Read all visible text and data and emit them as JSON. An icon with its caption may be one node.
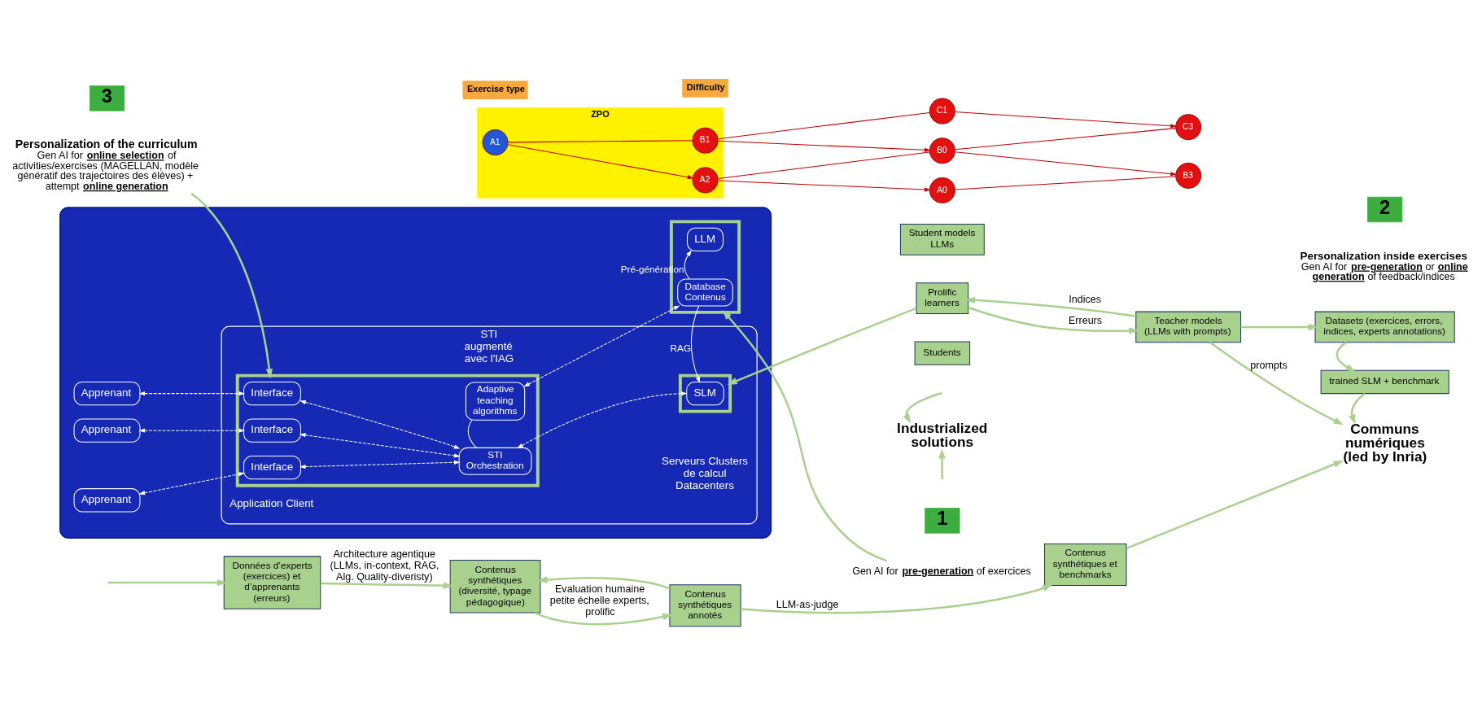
{
  "diagram": {
    "nodes": [
      {
        "text": [
          "3"
        ]
      },
      {
        "text": [
          "Personalization of the curriculum",
          "Gen AI for **online selection** of activities/exercises (MAGELLAN, modèle génératif des trajectoires des élèves) + attempt **online generation**"
        ]
      },
      {
        "text": [
          "ZPO"
        ]
      },
      {
        "text": [
          "A1"
        ],
        "in": 2
      },
      {
        "text": [
          "B1"
        ],
        "in": 2
      },
      {
        "text": [
          "A2"
        ],
        "in": 2
      },
      {
        "text": [
          "C1"
        ]
      },
      {
        "text": [
          "B0"
        ]
      },
      {
        "text": [
          "A0"
        ]
      },
      {
        "text": [
          "C3"
        ]
      },
      {
        "text": [
          "B3"
        ]
      },
      {
        "text": [
          "2"
        ],
        "beside": [
          "Personalization inside exercises",
          "Gen AI for **pre-generation** or **online generation** of feedback/indices"
        ]
      },
      {
        "text": [],
        "shape": "box"
      },
      {
        "text": [
          "Apprenant"
        ],
        "in": 12
      },
      {
        "text": [
          "Apprenant"
        ],
        "in": 12
      },
      {
        "text": [
          "Apprenant"
        ],
        "in": 12
      },
      {
        "text": [
          "STI augmenté avec l'IAG"
        ],
        "in": 12
      },
      {
        "text": [],
        "shape": "box",
        "in": 16
      },
      {
        "text": [
          "Interface"
        ],
        "in": 17
      },
      {
        "text": [
          "Interface"
        ],
        "in": 17
      },
      {
        "text": [
          "Interface"
        ],
        "in": 17
      },
      {
        "text": [
          "STI Orchestration"
        ],
        "in": 17
      },
      {
        "text": [
          "Adaptive teaching algorithms"
        ],
        "in": 17
      },
      {
        "text": [],
        "shape": "box",
        "in": 16
      },
      {
        "text": [
          "SLM"
        ],
        "in": 23
      },
      {
        "text": [],
        "shape": "box",
        "in": 12
      },
      {
        "text": [
          "Database Contenus"
        ],
        "in": 25
      },
      {
        "text": [
          "LLM"
        ],
        "in": 25
      },
      {
        "text": [
          "Student models LLMs"
        ]
      },
      {
        "text": [
          "Prolific learners"
        ]
      },
      {
        "text": [
          "Students"
        ]
      },
      {
        "text": [
          "Teacher models (LLMs with prompts)"
        ]
      },
      {
        "text": [
          "Datasets (exercices, errors, indices, experts annotations)"
        ]
      },
      {
        "text": [
          "trained SLM + benchmark"
        ]
      },
      {
        "text": [
          "Industrialized solutions"
        ]
      },
      {
        "text": [
          "Communs numériques (led by Inria)"
        ]
      },
      {
        "text": [
          "1"
        ]
      },
      {
        "text": [
          "Gen AI for **pre-generation** of exercices"
        ]
      },
      {
        "text": [
          "Données d’experts (exercices) et d’apprenants (erreurs)"
        ]
      },
      {
        "text": [
          "Contenus synthétiques (diversité, typage pédagogique)"
        ]
      },
      {
        "text": [
          "Contenus synthétiques annotés"
        ]
      },
      {
        "text": [
          "Contenus synthétiques et benchmarks"
        ]
      }
    ],
    "edges": [
      {
        "from": 3,
        "to": 5,
        "arrow": "to",
        "color": "#c00000"
      },
      {
        "from": 3,
        "to": 4,
        "arrow": "none",
        "color": "#c00000"
      },
      {
        "from": 5,
        "to": 8,
        "arrow": "to",
        "color": "#c00000"
      },
      {
        "from": 5,
        "to": 7,
        "arrow": "none",
        "color": "#c00000"
      },
      {
        "from": 4,
        "to": 7,
        "arrow": "to",
        "color": "#c00000"
      },
      {
        "from": 4,
        "to": 6,
        "arrow": "none",
        "color": "#c00000"
      },
      {
        "from": 6,
        "to": 9,
        "arrow": "to",
        "color": "#c00000"
      },
      {
        "from": 7,
        "to": 10,
        "arrow": "to",
        "color": "#c00000"
      },
      {
        "from": 8,
        "to": 10,
        "arrow": "none",
        "color": "#c00000"
      },
      {
        "from": 7,
        "to": 9,
        "arrow": "none",
        "color": "#c00000"
      },
      {
        "from": 13,
        "to": 18,
        "arrow": "both",
        "style": "dashed",
        "color": "#ffffff"
      },
      {
        "from": 14,
        "to": 19,
        "arrow": "both",
        "style": "dashed",
        "color": "#ffffff"
      },
      {
        "from": 15,
        "to": 20,
        "arrow": "both",
        "style": "dashed",
        "color": "#ffffff"
      },
      {
        "from": 18,
        "to": 21,
        "arrow": "both",
        "style": "dashed",
        "color": "#ffffff"
      },
      {
        "from": 19,
        "to": 21,
        "arrow": "both",
        "style": "dashed",
        "color": "#ffffff"
      },
      {
        "from": 20,
        "to": 21,
        "arrow": "both",
        "style": "dashed",
        "color": "#ffffff"
      },
      {
        "from": 21,
        "to": 22,
        "arrow": "none",
        "color": "#ffffff"
      },
      {
        "from": 21,
        "to": 24,
        "arrow": "both",
        "style": "dashed",
        "color": "#ffffff"
      },
      {
        "from": 22,
        "to": 26,
        "arrow": "both",
        "style": "dashed",
        "color": "#ffffff"
      },
      {
        "from": 26,
        "to": 24,
        "arrow": "to",
        "label": "RAG",
        "color": "#ffffff"
      },
      {
        "from": 26,
        "to": 27,
        "arrow": "to",
        "label": "Pré-génération",
        "color": "#ffffff"
      },
      {
        "from": 1,
        "to": 17,
        "arrow": "to"
      },
      {
        "from": 29,
        "to": 23,
        "arrow": "to"
      },
      {
        "from": 37,
        "to": 25,
        "arrow": "to"
      },
      {
        "from": 29,
        "to": 31,
        "arrow": "to",
        "label": "Erreurs"
      },
      {
        "from": 31,
        "to": 29,
        "arrow": "to",
        "label": "Indices"
      },
      {
        "from": 31,
        "to": 32,
        "arrow": "to"
      },
      {
        "from": 32,
        "to": 33,
        "arrow": "to"
      },
      {
        "from": 33,
        "to": 35,
        "arrow": "to"
      },
      {
        "from": 31,
        "to": 35,
        "arrow": "to",
        "label": "prompts"
      },
      {
        "from": null,
        "to": 34,
        "arrow": "to"
      },
      {
        "from": null,
        "to": 34,
        "arrow": "to"
      },
      {
        "from": null,
        "to": 38,
        "arrow": "to"
      },
      {
        "from": 38,
        "to": 39,
        "arrow": "to",
        "label": "Architecture agentique (LLMs, in-context, RAG, Alg. Quality-diveristy)"
      },
      {
        "from": 39,
        "to": 40,
        "arrow": "to",
        "label": "Evaluation humaine petite échelle experts, prolific"
      },
      {
        "from": 40,
        "to": 41,
        "arrow": "to",
        "label": "LLM-as-judge"
      },
      {
        "from": 40,
        "to": 39,
        "arrow": "to"
      },
      {
        "from": 41,
        "to": 35,
        "arrow": "to"
      }
    ],
    "labels": [
      "Exercise type",
      "Difficulty",
      "Application Client",
      "Serveurs Clusters de calcul Datacenters"
    ]
  }
}
